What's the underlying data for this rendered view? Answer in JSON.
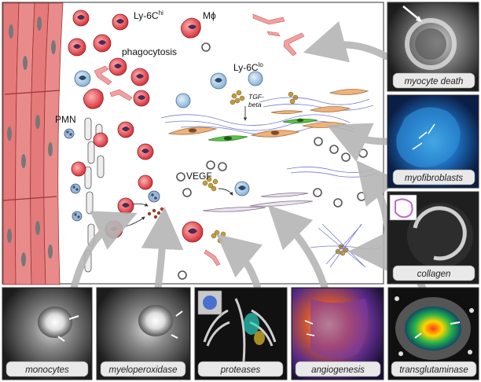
{
  "labels": {
    "ly6c_hi_base": "Ly-6C",
    "ly6c_hi_sup": "hi",
    "macrophage": "Mϕ",
    "phagocytosis": "phagocytosis",
    "ly6c_lo_base": "Ly-6C",
    "ly6c_lo_sup": "lo",
    "tgf_line1": "TGF-",
    "tgf_line2": "beta",
    "pmn": "PMN",
    "vegf": "VEGF"
  },
  "side_panels": [
    {
      "caption": "myocyte death"
    },
    {
      "caption": "myofibroblasts"
    },
    {
      "caption": "collagen"
    }
  ],
  "bottom_panels": [
    {
      "caption": "monocytes"
    },
    {
      "caption": "myeloperoxidase"
    },
    {
      "caption": "proteases"
    },
    {
      "caption": "angiogenesis"
    },
    {
      "caption": "transglutaminase"
    }
  ],
  "colors": {
    "myocyte_fill": "#e57a7a",
    "myocyte_stroke": "#9e3434",
    "monocyte_red": "#d7333b",
    "monocyte_blue": "#8ab3d9",
    "fibroblast": "#f0b27a",
    "myofibroblast_green": "#58c447",
    "collagen_blue": "#5b63c9",
    "arrow_gray": "#b5b5b5",
    "panel_dark": "#2a2a2a"
  }
}
